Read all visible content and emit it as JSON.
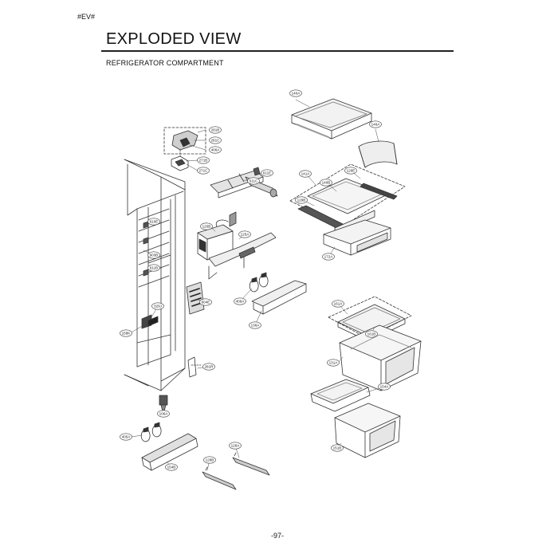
{
  "header": {
    "tag": "#EV#",
    "title": "EXPLODED VIEW",
    "subtitle": "REFRIGERATOR COMPARTMENT"
  },
  "footer": {
    "page": "-97-"
  },
  "callouts": [
    {
      "id": "c140a",
      "label": "140A"
    },
    {
      "id": "c146a",
      "label": "146A"
    },
    {
      "id": "c281b",
      "label": "281B"
    },
    {
      "id": "c281c",
      "label": "281C"
    },
    {
      "id": "c406a",
      "label": "406A"
    },
    {
      "id": "c271b",
      "label": "271B"
    },
    {
      "id": "c271c",
      "label": "271C"
    },
    {
      "id": "c611e",
      "label": "611E"
    },
    {
      "id": "c611c",
      "label": "611C"
    },
    {
      "id": "c141a",
      "label": "141A"
    },
    {
      "id": "c129e",
      "label": "129E"
    },
    {
      "id": "c140b",
      "label": "140B"
    },
    {
      "id": "c129b",
      "label": "129B"
    },
    {
      "id": "c610e",
      "label": "610E"
    },
    {
      "id": "c120b",
      "label": "120B"
    },
    {
      "id": "c125a",
      "label": "125A"
    },
    {
      "id": "c172a",
      "label": "172A"
    },
    {
      "id": "c903b",
      "label": "903B"
    },
    {
      "id": "c611b",
      "label": "611B"
    },
    {
      "id": "c409a",
      "label": "409A"
    },
    {
      "id": "c604e",
      "label": "604E"
    },
    {
      "id": "c136a",
      "label": "136A"
    },
    {
      "id": "c329j",
      "label": "329J"
    },
    {
      "id": "c161a",
      "label": "161A"
    },
    {
      "id": "c161b",
      "label": "161B"
    },
    {
      "id": "c158k",
      "label": "158K"
    },
    {
      "id": "c131a",
      "label": "131A"
    },
    {
      "id": "c281r",
      "label": "281R"
    },
    {
      "id": "c154a",
      "label": "154A"
    },
    {
      "id": "c106a",
      "label": "106A"
    },
    {
      "id": "c151b",
      "label": "151B"
    },
    {
      "id": "c405a",
      "label": "405A"
    },
    {
      "id": "c128a",
      "label": "128A"
    },
    {
      "id": "c128b",
      "label": "128B"
    },
    {
      "id": "c154b",
      "label": "154B"
    }
  ]
}
